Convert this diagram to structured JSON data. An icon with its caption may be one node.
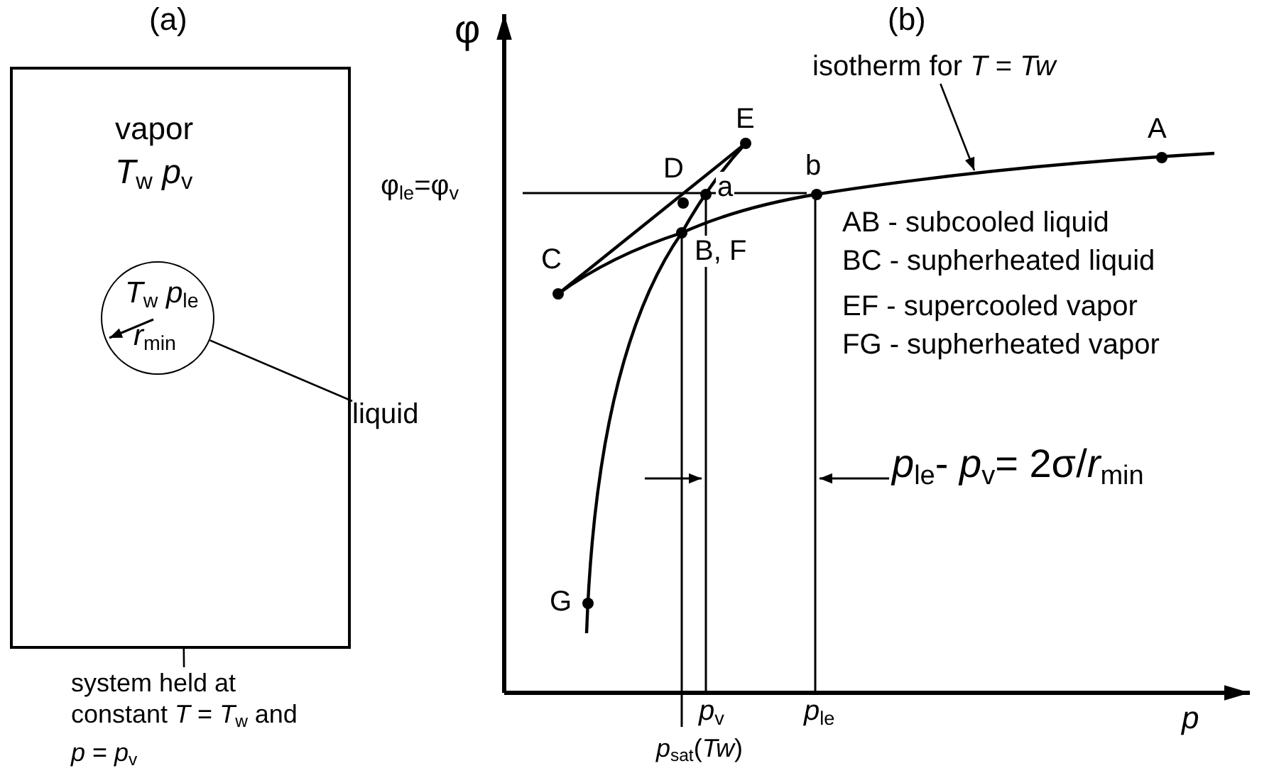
{
  "diagram": {
    "nodes": [
      {
        "text": [
          "vapor",
          "*T*$_{w}$ *p*$_{v}$"
        ]
      },
      {
        "text": [
          "*T*$_{w}$ *p*$_{le}$",
          "*r*$_{min}$"
        ],
        "in": 0
      },
      {
        "text": [
          "liquid"
        ]
      },
      {
        "text": [
          "system held at constant *T* = *T*$_{w}$ and *p* = *p*$_{v}$"
        ]
      },
      {
        "text": [
          "isotherm for *T* = *Tw*"
        ]
      }
    ],
    "edges": [
      {
        "from": 2,
        "to": 1,
        "arrow": "none"
      },
      {
        "from": 3,
        "to": 0,
        "arrow": "none"
      },
      {
        "from": 4,
        "to": null,
        "arrow": "to"
      }
    ],
    "labels": [
      "(a)",
      "(b)",
      "φ",
      "E",
      "A",
      "D",
      "a",
      "b",
      "φ$_{le}$=φ$_{v}$",
      "C",
      "B, F",
      "AB - subcooled liquid",
      "BC - supherheated liquid",
      "EF - supercooled vapor",
      "FG - supherheated vapor",
      "*p*$_{le}$- *p*$_{v}$= 2σ/*r*$_{min}$",
      "G",
      "*p*$_{v}$",
      "*p*$_{le}$",
      "*p*",
      "*p*$_{sat}$(*Tw*)"
    ]
  }
}
